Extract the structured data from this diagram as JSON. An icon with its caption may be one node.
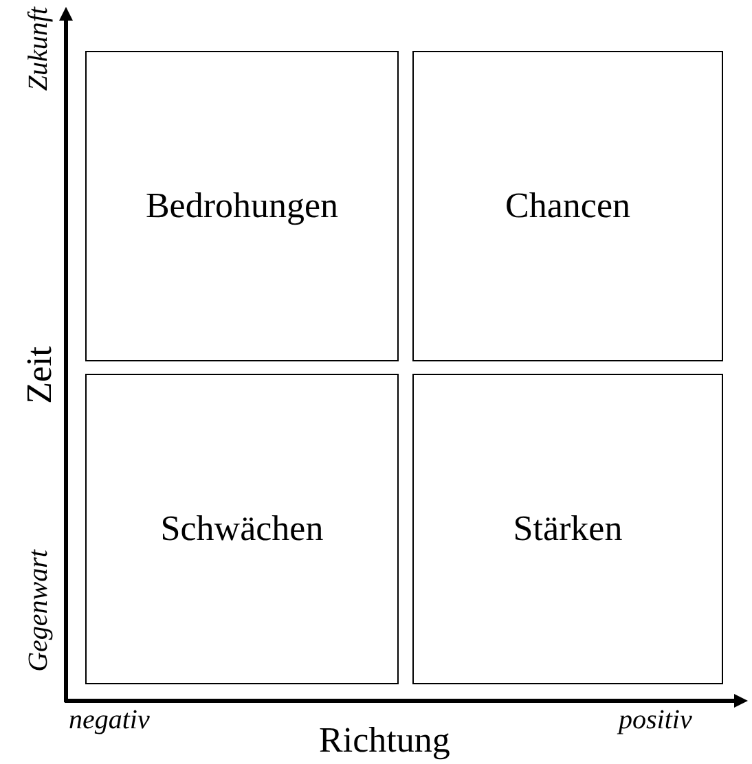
{
  "diagram": {
    "nodes": [
      {
        "text": [
          "Bedrohungen"
        ]
      },
      {
        "text": [
          "Chancen"
        ]
      },
      {
        "text": [
          "Schwächen"
        ]
      },
      {
        "text": [
          "Stärken"
        ]
      }
    ],
    "labels": [
      "Zukunft",
      "Zeit",
      "Gegenwart",
      "negativ",
      "Richtung",
      "positiv"
    ]
  }
}
